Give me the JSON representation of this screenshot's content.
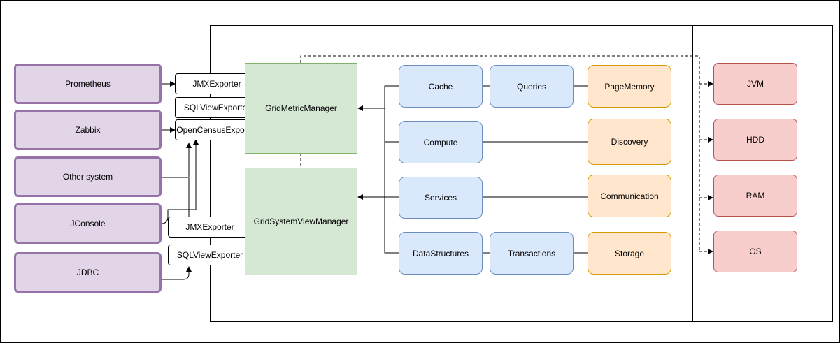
{
  "external_systems": [
    "Prometheus",
    "Zabbix",
    "Other system",
    "JConsole",
    "JDBC"
  ],
  "exporters": [
    "JMXExporter",
    "SQLViewExporter",
    "OpenCensusExporter",
    "JMXExporter",
    "SQLViewExporter"
  ],
  "managers": [
    "GridMetricManager",
    "GridSystemViewManager"
  ],
  "components": [
    "Cache",
    "Queries",
    "PageMemory",
    "Compute",
    "Discovery",
    "Services",
    "Communication",
    "DataStructures",
    "Transactions",
    "Storage"
  ],
  "resources": [
    "JVM",
    "HDD",
    "RAM",
    "OS"
  ],
  "colors": {
    "purple_fill": "#e1d5e7",
    "purple_stroke": "#9673a6",
    "green_fill": "#d5e8d4",
    "green_stroke": "#82b366",
    "blue_fill": "#dae8fc",
    "blue_stroke": "#6c8ebf",
    "orange_fill": "#ffe6cc",
    "orange_stroke": "#d79b00",
    "red_fill": "#f8cecc",
    "red_stroke": "#b85450"
  }
}
